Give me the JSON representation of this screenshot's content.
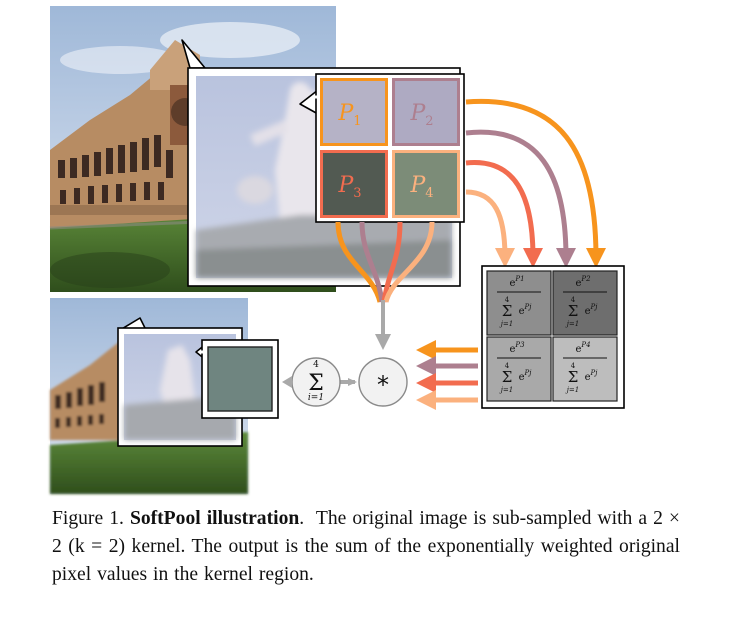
{
  "figure": {
    "pixels": [
      {
        "label_base": "P",
        "label_sub": "1",
        "fill": "#b5b2c6",
        "stroke": "#f7941d",
        "arrow": "#f7941d"
      },
      {
        "label_base": "P",
        "label_sub": "2",
        "fill": "#aeaac2",
        "stroke": "#ad7f8f",
        "arrow": "#ad7f8f"
      },
      {
        "label_base": "P",
        "label_sub": "3",
        "fill": "#525a52",
        "stroke": "#f26c4f",
        "arrow": "#f26c4f"
      },
      {
        "label_base": "P",
        "label_sub": "4",
        "fill": "#7c8c78",
        "stroke": "#fbb17e",
        "arrow": "#fbb17e"
      }
    ],
    "weight_cells": [
      {
        "exp_sub": "P1",
        "fill": "#8e8e8e",
        "den_sub": "Pj",
        "sum_top": "4",
        "sum_bottom": "j=1"
      },
      {
        "exp_sub": "P2",
        "fill": "#6e6e6e",
        "den_sub": "Pj",
        "sum_top": "4",
        "sum_bottom": "j=1"
      },
      {
        "exp_sub": "P3",
        "fill": "#a9a9a9",
        "den_sub": "Pj",
        "sum_top": "4",
        "sum_bottom": "j=1"
      },
      {
        "exp_sub": "P4",
        "fill": "#bdbdbd",
        "den_sub": "Pj",
        "sum_top": "4",
        "sum_bottom": "j=1"
      }
    ],
    "exp_base": "e",
    "sum_symbol": "Σ",
    "sum_upper": "4",
    "sum_lower": "i=1",
    "multiply_symbol": "*",
    "output_color": "#6f8580"
  },
  "caption": {
    "figure_label": "Figure 1.",
    "title": "SoftPool illustration",
    "title_end": ".",
    "body": "The original image is sub-sampled with a 2 × 2 (k = 2) kernel. The output is the sum of the exponentially weighted original pixel values in the kernel region."
  }
}
